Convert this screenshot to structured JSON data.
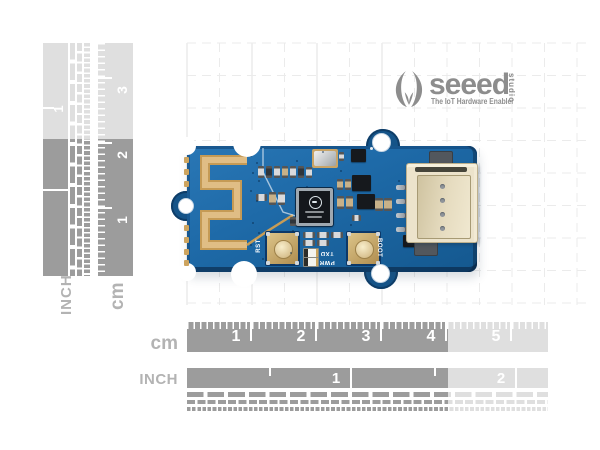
{
  "logo": {
    "brand": "seeed",
    "suffix": "studio",
    "tagline": "The IoT Hardware Enabler",
    "color": "#8d8d8d"
  },
  "rulers": {
    "left": {
      "inch_label": "INCH",
      "cm_label": "cm",
      "cm_numbers": [
        "1",
        "2",
        "3"
      ],
      "inch_numbers": [
        "1"
      ]
    },
    "bottom": {
      "cm_label": "cm",
      "inch_label": "INCH",
      "cm_numbers": [
        "1",
        "2",
        "3",
        "4",
        "5"
      ],
      "inch_numbers": [
        "1",
        "2"
      ]
    },
    "dark_color": "#9c9c9c",
    "light_color": "#dfdfdf"
  },
  "board": {
    "silkscreen": {
      "reset": "RST",
      "boot": "BOOT",
      "txd": "TXD",
      "pwr": "PWR"
    },
    "pcb_color": "#1e6aa8",
    "copper_color": "#cda45f"
  }
}
